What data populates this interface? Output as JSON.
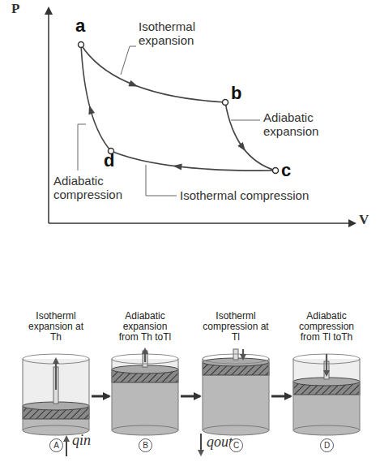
{
  "diagram": {
    "nodes": [
      {
        "text": [
          "Isotherml expansion at Th"
        ]
      },
      {
        "text": [
          "Adiabatic expansion from Th toTl"
        ]
      },
      {
        "text": [
          "Isotherml compression at Tl"
        ]
      },
      {
        "text": [
          "Adiabatic compression from Tl toTh"
        ]
      },
      {
        "text": [
          "A"
        ]
      },
      {
        "text": [
          "B"
        ]
      },
      {
        "text": [
          "C"
        ]
      },
      {
        "text": [
          "D"
        ]
      }
    ],
    "edges": [
      {
        "from": 0,
        "to": 1,
        "arrow": "to"
      },
      {
        "from": 1,
        "to": 2,
        "arrow": "to"
      },
      {
        "from": 2,
        "to": 3,
        "arrow": "to"
      }
    ],
    "labels": [
      "P",
      "V",
      "a",
      "b",
      "c",
      "d",
      "Isothermal expansion",
      "Adiabatic expansion",
      "Isothermal compression",
      "Adiabatic compression",
      "qin",
      "qout"
    ]
  }
}
